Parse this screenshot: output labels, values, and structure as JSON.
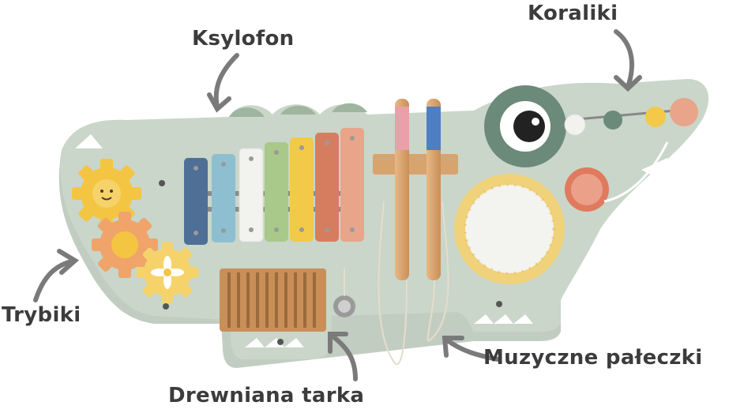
{
  "labels": {
    "xylophone": "Ksylofon",
    "beads": "Koraliki",
    "gears": "Trybiki",
    "wooden_washboard": "Drewniana tarka",
    "music_sticks": "Muzyczne pałeczki"
  },
  "colors": {
    "board": "#c9d6c9",
    "board_shadow": "#a8b8a8",
    "text": "#3c3c3c",
    "arrow": "#7a7a7a",
    "xylophone_bars": [
      "#4e6f96",
      "#8dbfd0",
      "#f2f2ee",
      "#a9c98a",
      "#f3c94a",
      "#d77d5f",
      "#e9a58a"
    ],
    "wood": "#d7a46f",
    "mirror_ring": "#f0d27a",
    "gear_yellow": "#f4c542",
    "gear_orange": "#f0a46a"
  }
}
